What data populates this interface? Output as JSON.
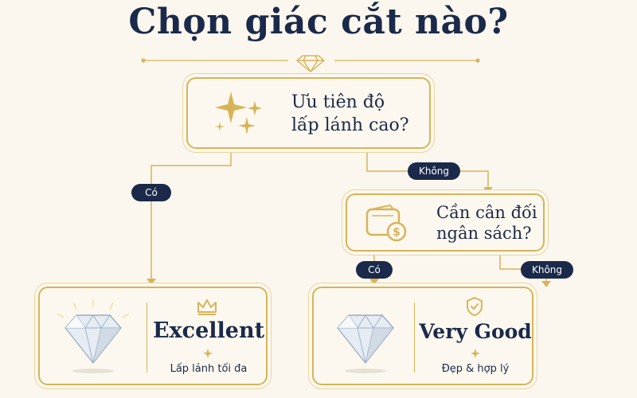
{
  "title": "Chọn giác cắt nào?",
  "question1": {
    "line1": "Ưu tiên độ",
    "line2": "lấp lánh cao?"
  },
  "question2": {
    "line1": "Cần cân đối",
    "line2": "ngân sách?"
  },
  "branches": {
    "yes": "Có",
    "no": "Không"
  },
  "results": [
    {
      "title": "Excellent",
      "subtitle": "Lấp lánh tối đa",
      "icon": "crown-icon"
    },
    {
      "title": "Very Good",
      "subtitle": "Đẹp & hợp lý",
      "icon": "shield-check-icon"
    }
  ],
  "colors": {
    "gold": "#d7b45a",
    "navy": "#1b2a4a",
    "background": "#fbf7ee"
  }
}
